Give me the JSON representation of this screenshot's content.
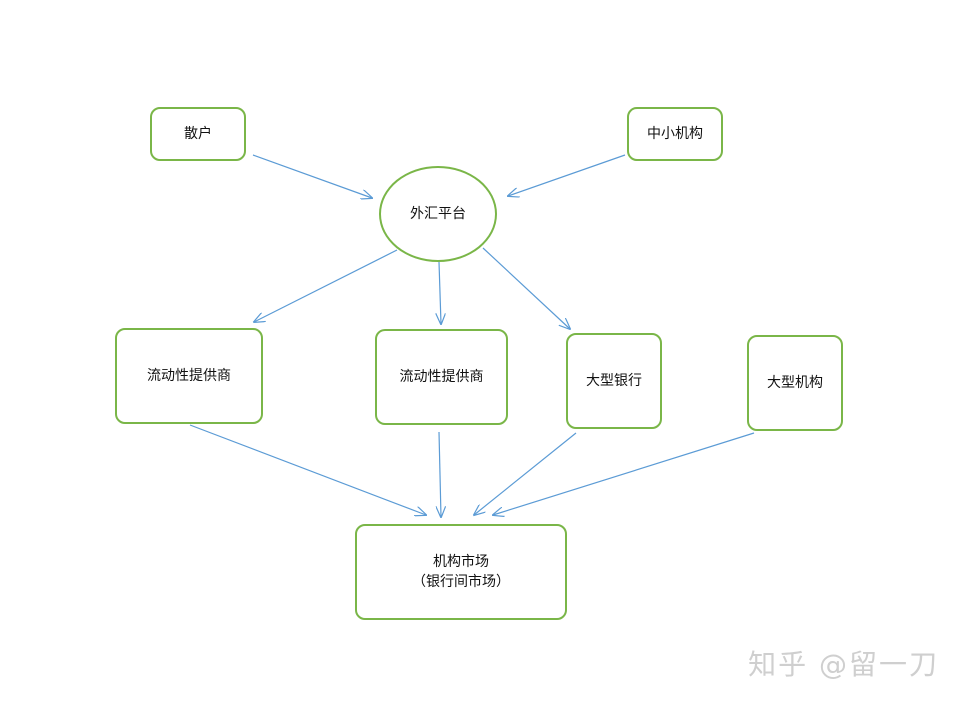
{
  "nodes": {
    "retail": "散户",
    "smb": "中小机构",
    "fx_platform": "外汇平台",
    "lp1": "流动性提供商",
    "lp2": "流动性提供商",
    "big_bank": "大型银行",
    "big_inst": "大型机构",
    "interbank_line1": "机构市场",
    "interbank_line2": "（银行间市场）"
  },
  "edges": [
    {
      "from": "散户",
      "to": "外汇平台"
    },
    {
      "from": "中小机构",
      "to": "外汇平台"
    },
    {
      "from": "外汇平台",
      "to": "流动性提供商"
    },
    {
      "from": "外汇平台",
      "to": "流动性提供商"
    },
    {
      "from": "外汇平台",
      "to": "大型银行"
    },
    {
      "from": "流动性提供商",
      "to": "机构市场"
    },
    {
      "from": "流动性提供商",
      "to": "机构市场"
    },
    {
      "from": "大型银行",
      "to": "机构市场"
    },
    {
      "from": "大型机构",
      "to": "机构市场"
    }
  ],
  "colors": {
    "node_border": "#7ab648",
    "arrow": "#5b9bd5"
  },
  "watermark": "知乎 @留一刀"
}
